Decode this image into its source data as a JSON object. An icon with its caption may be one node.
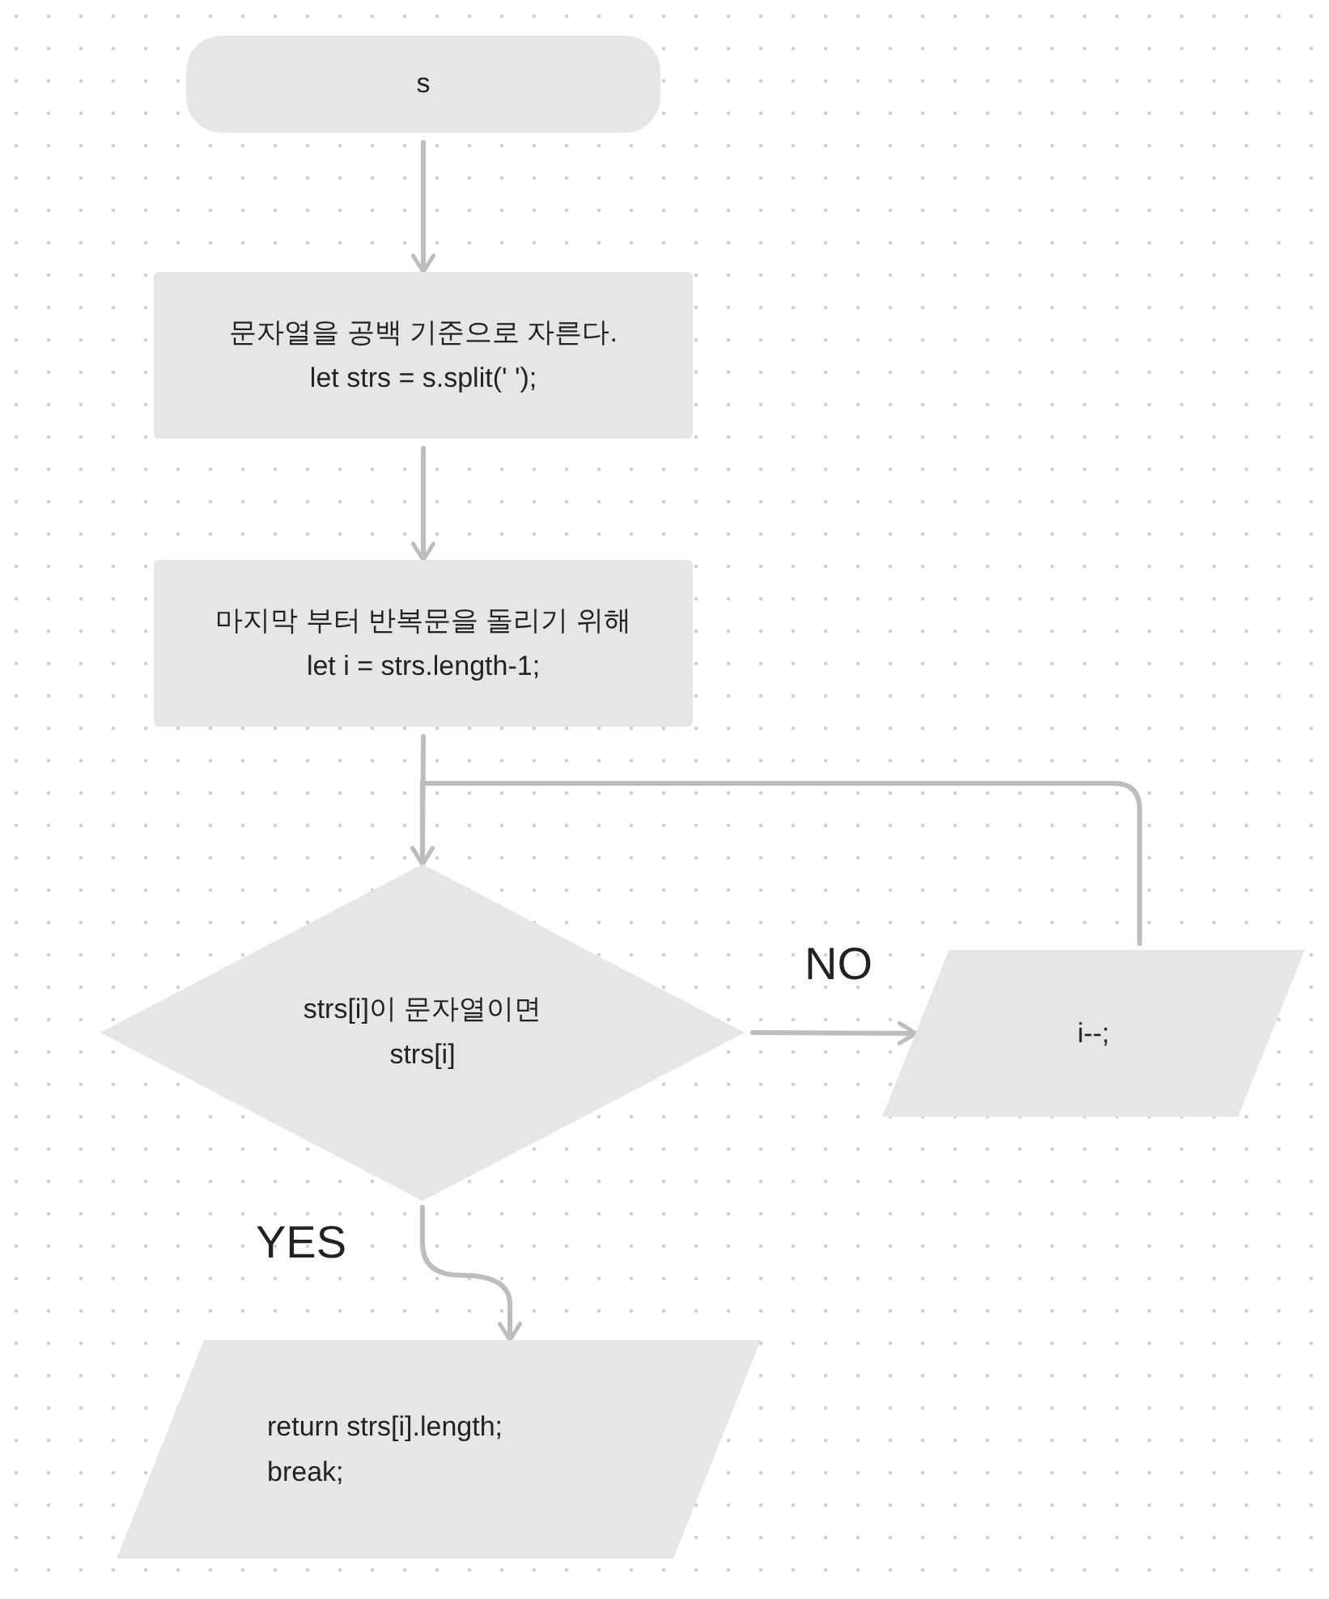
{
  "diagram": {
    "nodes": [
      {
        "text": [
          "s"
        ]
      },
      {
        "text": [
          "문자열을 공백 기준으로 자른다.",
          "let strs = s.split(' ');"
        ]
      },
      {
        "text": [
          "마지막 부터 반복문을 돌리기 위해",
          "let i = strs.length-1;"
        ]
      },
      {
        "text": [
          "strs[i]이 문자열이면",
          "strs[i]"
        ]
      },
      {
        "text": [
          "i--;"
        ]
      },
      {
        "text": [
          "return strs[i].length;",
          "break;"
        ]
      }
    ],
    "edges": [
      {
        "from": 0,
        "to": 1,
        "arrow": "to"
      },
      {
        "from": 1,
        "to": 2,
        "arrow": "to"
      },
      {
        "from": 2,
        "to": 3,
        "arrow": "to"
      },
      {
        "from": 3,
        "to": 4,
        "arrow": "to",
        "label": "NO"
      },
      {
        "from": 4,
        "to": 3,
        "arrow": "to"
      },
      {
        "from": 3,
        "to": 5,
        "arrow": "to",
        "label": "YES"
      }
    ]
  }
}
